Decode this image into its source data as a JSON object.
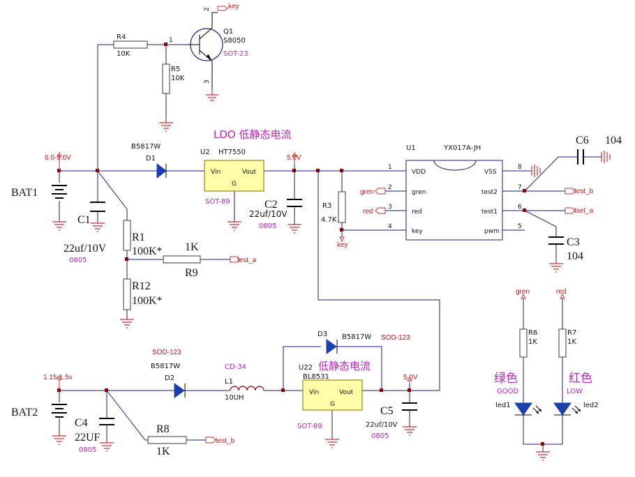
{
  "labels": {
    "q1_name": "Q1",
    "q1_part": "S8050",
    "q1_pkg": "SOT-23",
    "q1_pin1": "1",
    "q1_pin2": "2",
    "q1_pin3": "3",
    "key_out": "key",
    "r4_name": "R4",
    "r4_val": "10K",
    "r5_name": "R5",
    "r5_val": "10K",
    "ldo_title": "LDO 低静态电流",
    "d1_part": "B5817W",
    "d1_name": "D1",
    "u2_name": "U2",
    "u2_part": "HT7550",
    "u2_vin": "Vin",
    "u2_vout": "Vout",
    "u2_gnd": "G",
    "u2_pkg": "SOT-89",
    "u1_name": "U1",
    "u1_part": "YX017A-JH",
    "u1_pin_vdd": "VDD",
    "u1_pin_gren": "gren",
    "u1_pin_red": "red",
    "u1_pin_key": "key",
    "u1_pin_vss": "VSS",
    "u1_pin_test2": "test2",
    "u1_pin_test1": "test1",
    "u1_pin_pwm": "pwm",
    "u1_n1": "1",
    "u1_n2": "2",
    "u1_n3": "3",
    "u1_n4": "4",
    "u1_n8": "8",
    "u1_n7": "7",
    "u1_n6": "6",
    "u1_n5": "5",
    "c6_name": "C6",
    "c6_val": "104",
    "c3_name": "C3",
    "c3_val": "104",
    "bat1_range": "6.0-9.0V",
    "bat1_name": "BAT1",
    "c1_name": "C1",
    "c1_val": "22uf/10V",
    "c1_pkg": "0805",
    "c2_name": "C2",
    "c2_val": "22uf/10V",
    "c2_pkg": "0805",
    "v50_top": "5.0V",
    "r3_name": "R3",
    "r3_val": "4.7K",
    "r3_port": "key",
    "gren_port": "gren",
    "red_port": "red",
    "test_b_top": "test_b",
    "tset_a_top": "tset_a",
    "r1_name": "R1",
    "r1_val": "100K*",
    "r9_val": "1K",
    "r9_name": "R9",
    "test_a_port": "test_a",
    "r12_name": "R12",
    "r12_val": "100K*",
    "bottom_title": "低静态电流",
    "d3_name": "D3",
    "d3_part": "B5817W",
    "d3_pkg": "SOD-123",
    "d2_pkg": "SOD-123",
    "d2_part": "B5817W",
    "d2_name": "D2",
    "l1_pkg": "CD-34",
    "l1_name": "L1",
    "l1_val": "10UH",
    "u22_name": "U22",
    "u22_part": "BL8531",
    "u22_vin": "Vin",
    "u22_vout": "Vout",
    "u22_gnd": "G",
    "u22_pkg": "SOT-89",
    "v50_bot": "5.0V",
    "c5_name": "C5",
    "c5_val": "22uf/10V",
    "c5_pkg": "0805",
    "bat2_range": "1.15-1.5v",
    "bat2_name": "BAT2",
    "c4_name": "C4",
    "c4_val": "22UF",
    "c4_pkg": "0805",
    "r8_name": "R8",
    "r8_val": "1K",
    "test_b_port": "test_b",
    "r6_port": "gren",
    "r6_name": "R6",
    "r6_val": "1K",
    "r7_port": "red",
    "r7_name": "R7",
    "r7_val": "1K",
    "led1_color": "绿色",
    "led1_state": "GOOD",
    "led1_name": "led1",
    "led2_color": "红色",
    "led2_state": "LOW",
    "led2_name": "led2"
  }
}
